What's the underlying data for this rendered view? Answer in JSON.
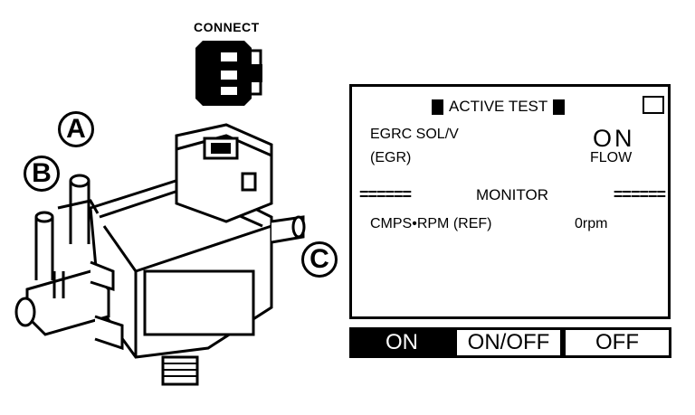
{
  "connector": {
    "label": "CONNECT"
  },
  "callouts": {
    "a": "A",
    "b": "B",
    "c": "C"
  },
  "screen": {
    "title": "ACTIVE TEST",
    "item": {
      "label": "EGRC SOL/V",
      "sub": "(EGR)",
      "state": "ON",
      "state_sub": "FLOW"
    },
    "monitor": {
      "dashes": "======",
      "label": "MONITOR"
    },
    "rows": [
      {
        "label": "CMPS•RPM (REF)",
        "value": "0rpm"
      }
    ]
  },
  "softkeys": {
    "on": "ON",
    "onoff": "ON/OFF",
    "off": "OFF"
  }
}
